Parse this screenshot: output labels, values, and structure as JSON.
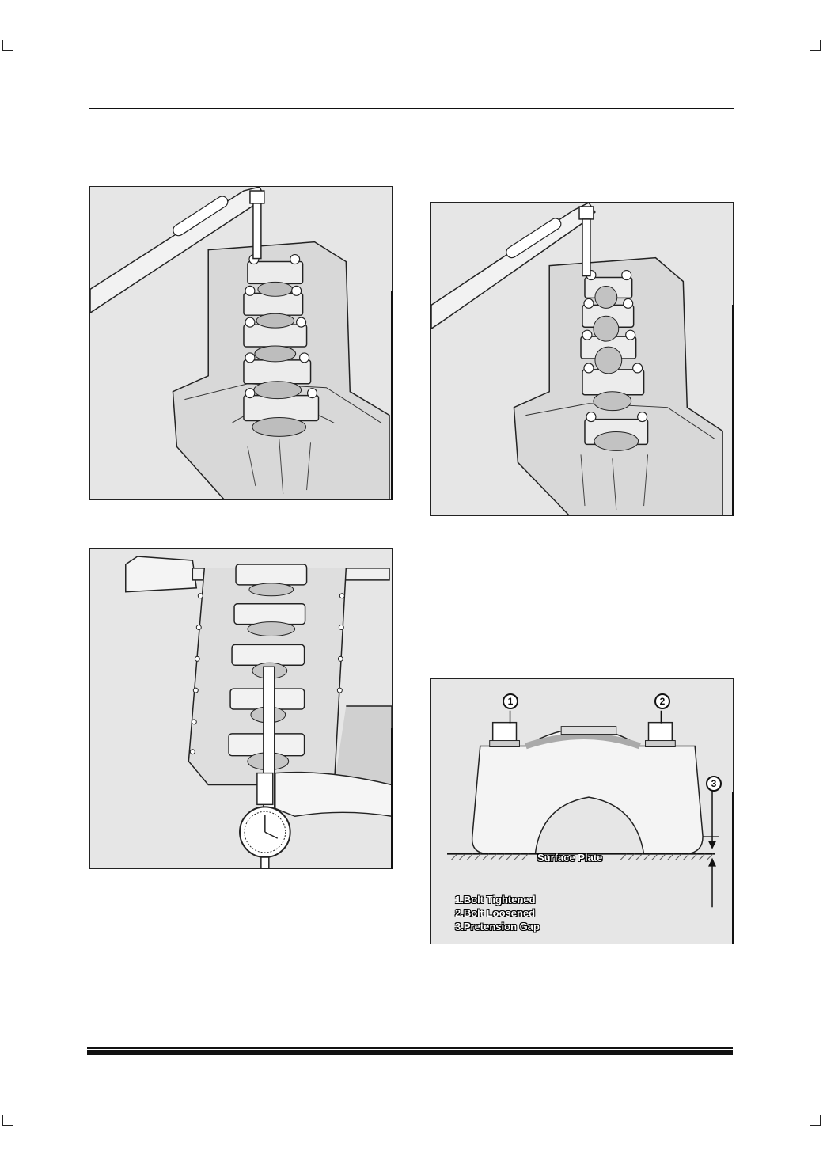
{
  "diagram": {
    "callouts": [
      {
        "number": "1",
        "label": "1.Bolt Tightened"
      },
      {
        "number": "2",
        "label": "2.Bolt Loosened"
      },
      {
        "number": "3",
        "label": "3.Pretension Gap"
      }
    ],
    "surface_label": "Surface Plate"
  }
}
